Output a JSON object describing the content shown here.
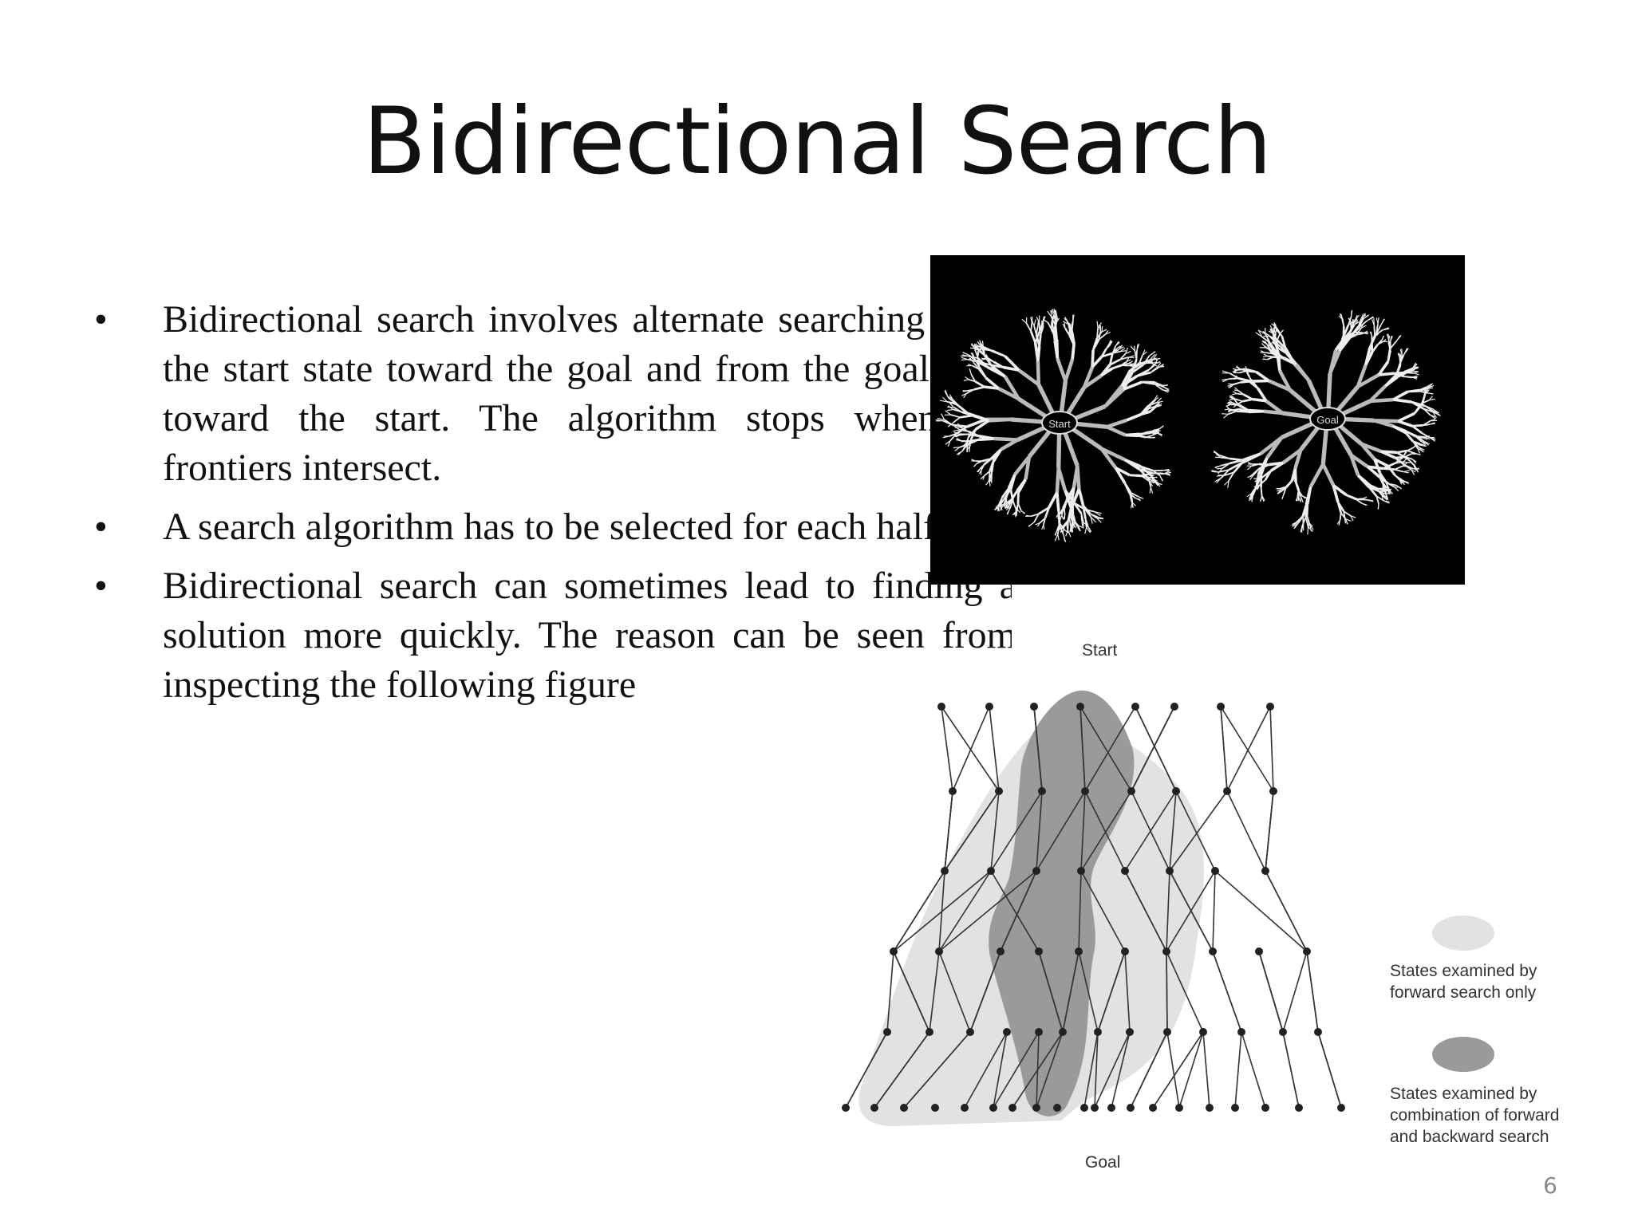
{
  "slide": {
    "title": "Bidirectional Search",
    "page_number": "6"
  },
  "bullets": [
    {
      "marker": "•",
      "text": "Bidirectional search involves alternate searching from the start state toward the goal and from the goal state toward the start. The algorithm stops when the frontiers intersect."
    },
    {
      "marker": "•",
      "text": "A search algorithm has to be selected for each half."
    },
    {
      "marker": "•",
      "text": "Bidirectional search can sometimes lead to finding a solution more quickly. The reason can be seen from inspecting the following figure"
    }
  ],
  "photo": {
    "left_label": "Start",
    "right_label": "Goal"
  },
  "diagram": {
    "start_label": "Start",
    "goal_label": "Goal",
    "legend": [
      {
        "swatch_color": "#e2e2e2",
        "label": "States examined by forward search only"
      },
      {
        "swatch_color": "#9a9a9a",
        "label": "States examined by combination of forward and backward search"
      }
    ]
  }
}
